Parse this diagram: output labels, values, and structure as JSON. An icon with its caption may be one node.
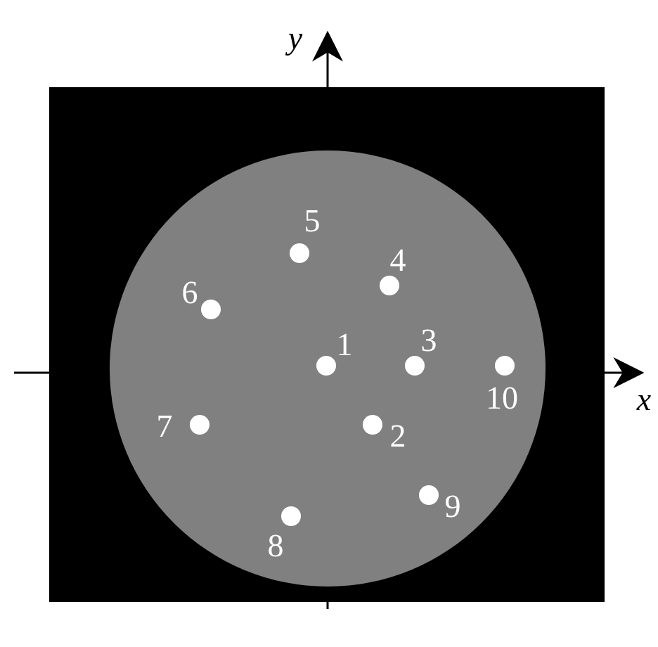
{
  "diagram": {
    "labels": [
      "y",
      "5",
      "4",
      "6",
      "1",
      "3",
      "x",
      "10",
      "7",
      "2",
      "9",
      "8"
    ]
  }
}
